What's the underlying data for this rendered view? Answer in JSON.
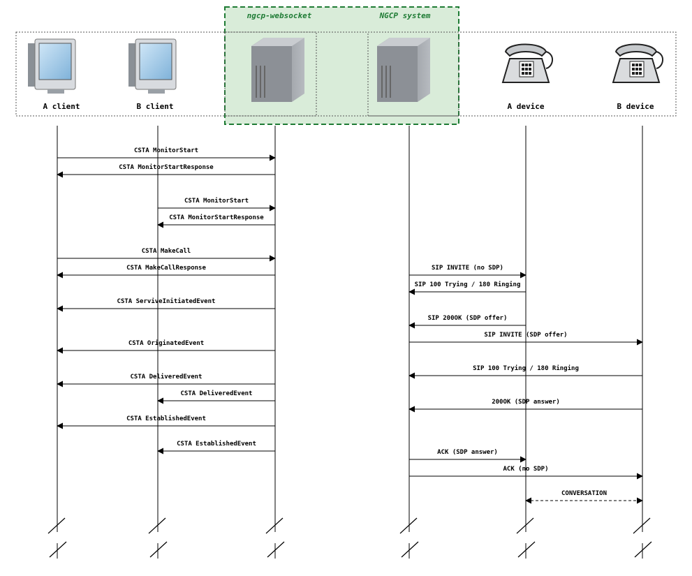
{
  "groups": [
    {
      "label": "ngcp-websocket"
    },
    {
      "label": "NGCP system"
    }
  ],
  "actors": [
    {
      "id": "a_client",
      "label": "A client",
      "icon": "computer-icon"
    },
    {
      "id": "b_client",
      "label": "B client",
      "icon": "computer-icon"
    },
    {
      "id": "websocket",
      "label": "",
      "icon": "server-icon"
    },
    {
      "id": "ngcp",
      "label": "",
      "icon": "server-icon"
    },
    {
      "id": "a_device",
      "label": "A device",
      "icon": "telephone-icon"
    },
    {
      "id": "b_device",
      "label": "B device",
      "icon": "telephone-icon"
    }
  ],
  "messages": [
    {
      "from": "a_client",
      "to": "websocket",
      "label": "CSTA MonitorStart"
    },
    {
      "from": "websocket",
      "to": "a_client",
      "label": "CSTA MonitorStartResponse"
    },
    {
      "from": "b_client",
      "to": "websocket",
      "label": "CSTA MonitorStart"
    },
    {
      "from": "websocket",
      "to": "b_client",
      "label": "CSTA MonitorStartResponse"
    },
    {
      "from": "a_client",
      "to": "websocket",
      "label": "CSTA MakeCall"
    },
    {
      "from": "websocket",
      "to": "a_client",
      "label": "CSTA MakeCallResponse"
    },
    {
      "from": "ngcp",
      "to": "a_device",
      "label": "SIP INVITE (no SDP)"
    },
    {
      "from": "a_device",
      "to": "ngcp",
      "label": "SIP 100 Trying / 180 Ringing"
    },
    {
      "from": "websocket",
      "to": "a_client",
      "label": "CSTA ServiveInitiatedEvent"
    },
    {
      "from": "a_device",
      "to": "ngcp",
      "label": "SIP 200OK (SDP offer)"
    },
    {
      "from": "ngcp",
      "to": "b_device",
      "label": "SIP INVITE (SDP offer)"
    },
    {
      "from": "websocket",
      "to": "a_client",
      "label": "CSTA OriginatedEvent"
    },
    {
      "from": "b_device",
      "to": "ngcp",
      "label": "SIP 100 Trying / 180 Ringing"
    },
    {
      "from": "websocket",
      "to": "a_client",
      "label": "CSTA DeliveredEvent"
    },
    {
      "from": "websocket",
      "to": "b_client",
      "label": "CSTA DeliveredEvent"
    },
    {
      "from": "b_device",
      "to": "ngcp",
      "label": "200OK (SDP answer)"
    },
    {
      "from": "websocket",
      "to": "a_client",
      "label": "CSTA EstablishedEvent"
    },
    {
      "from": "websocket",
      "to": "b_client",
      "label": "CSTA EstablishedEvent"
    },
    {
      "from": "ngcp",
      "to": "a_device",
      "label": "ACK (SDP answer)"
    },
    {
      "from": "ngcp",
      "to": "b_device",
      "label": "ACK (no SDP)"
    },
    {
      "from": "a_device",
      "to": "b_device",
      "label": "CONVERSATION",
      "style": "dashed-bidirectional"
    }
  ],
  "colors": {
    "group_fill": "#d9ecd9",
    "group_border": "#1e7b34",
    "group_text": "#1e7b34",
    "line": "#000000"
  }
}
